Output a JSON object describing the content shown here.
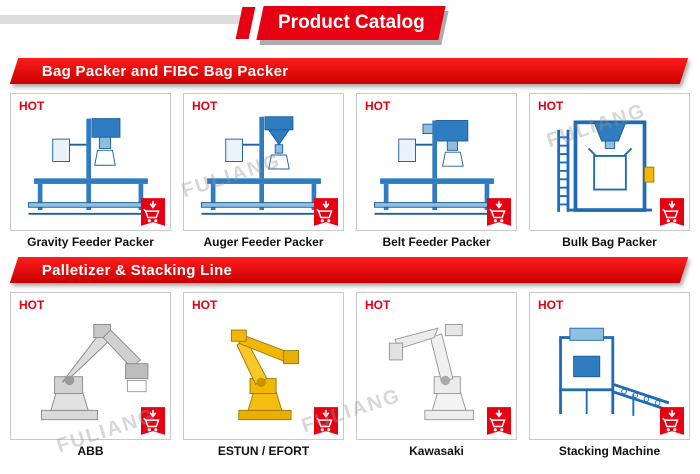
{
  "banner": {
    "title": "Product Catalog"
  },
  "watermark": "FULIANG",
  "colors": {
    "accent_red": "#e60012",
    "machine_blue": "#2273b8",
    "robot_yellow": "#f2b705"
  },
  "sections": [
    {
      "title": "Bag Packer and FIBC Bag Packer",
      "products": [
        {
          "name": "Gravity Feeder Packer",
          "badge": "HOT"
        },
        {
          "name": "Auger Feeder Packer",
          "badge": "HOT"
        },
        {
          "name": "Belt Feeder Packer",
          "badge": "HOT"
        },
        {
          "name": "Bulk Bag Packer",
          "badge": "HOT"
        }
      ]
    },
    {
      "title": "Palletizer & Stacking Line",
      "products": [
        {
          "name": "ABB",
          "badge": "HOT"
        },
        {
          "name": "ESTUN / EFORT",
          "badge": "HOT"
        },
        {
          "name": "Kawasaki",
          "badge": "HOT"
        },
        {
          "name": "Stacking Machine",
          "badge": "HOT"
        }
      ]
    }
  ]
}
